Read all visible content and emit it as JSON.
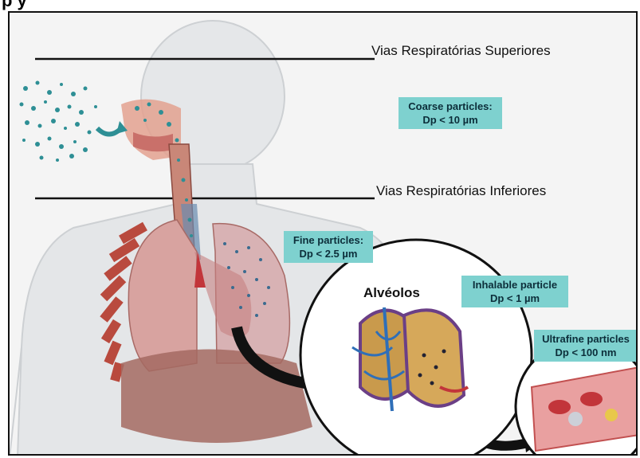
{
  "header_fragment": "p                  y",
  "regions": {
    "upper": "Vias Respiratórias Superiores",
    "lower": "Vias Respiratórias Inferiores"
  },
  "particles": {
    "coarse": {
      "line1": "Coarse particles:",
      "line2": "Dp < 10 µm"
    },
    "fine": {
      "line1": "Fine particles:",
      "line2": "Dp < 2.5 µm"
    },
    "inhalable": {
      "line1": "Inhalable particle",
      "line2": "Dp < 1 µm"
    },
    "ultrafine": {
      "line1": "Ultrafine particles",
      "line2": "Dp < 100 nm"
    }
  },
  "alveoli_title": "Alvéolos",
  "colors": {
    "label_bg": "#7ed1cf",
    "particle": "#2e8f95",
    "lung": "#d8a3a0",
    "rib": "#b94a3e"
  }
}
